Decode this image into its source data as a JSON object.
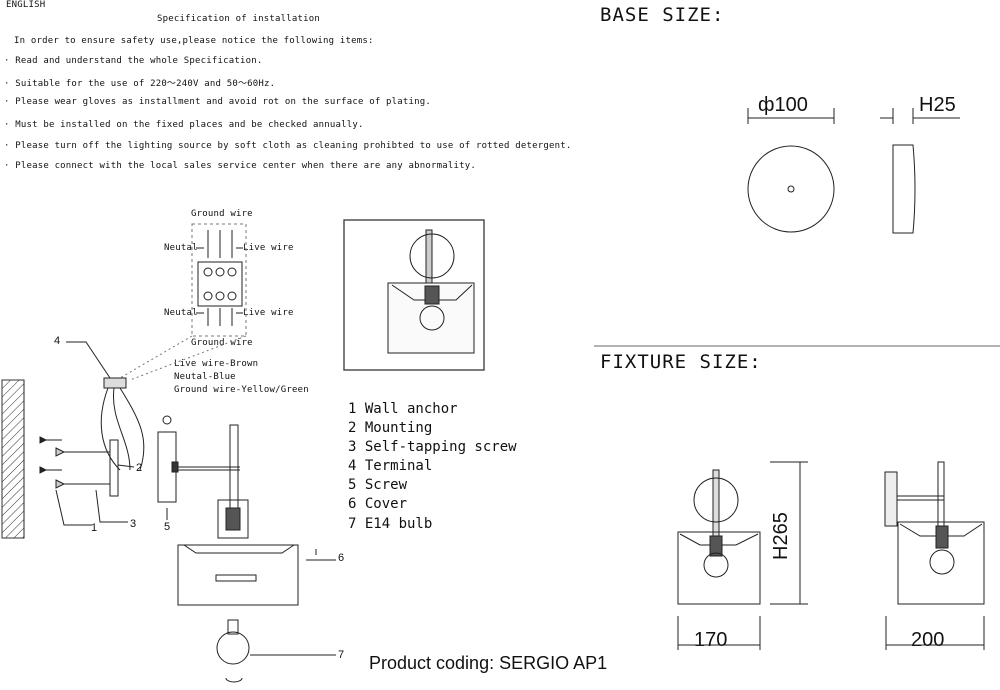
{
  "header": {
    "language": "ENGLISH",
    "title": "Specification of installation",
    "intro": "In order to ensure safety use,please notice the following items:"
  },
  "notes": [
    "·  Read and understand the whole Specification.",
    "·  Suitable for the use of 220～240V and 50～60Hz.",
    "·  Please wear gloves as installment and avoid rot on the surface of plating.",
    "·  Must be installed on the fixed places and be checked annually.",
    "·  Please turn off the lighting source by soft cloth as cleaning prohibted to use of rotted detergent.",
    "·  Please connect with the local sales service center when there are any abnormality."
  ],
  "wiring": {
    "ground_top": "Ground wire",
    "neutral_top": "Neutal",
    "live_top": "Live wire",
    "neutral_bottom": "Neutal",
    "live_bottom": "Live wire",
    "ground_bottom": "Ground wire",
    "legend": [
      "Live wire-Brown",
      "Neutal-Blue",
      "Ground wire-Yellow/Green"
    ]
  },
  "callouts": [
    "4",
    "2",
    "1",
    "3",
    "5",
    "6",
    "7"
  ],
  "parts": [
    "1 Wall anchor",
    "2 Mounting",
    "3 Self-tapping screw",
    "4 Terminal",
    "5 Screw",
    "6 Cover",
    "7 E14 bulb"
  ],
  "base": {
    "heading": "BASE SIZE:",
    "diameter": "ф100",
    "height": "H25"
  },
  "fixture": {
    "heading": "FIXTURE SIZE:",
    "height": "H265",
    "width_front": "170",
    "width_side": "200"
  },
  "product": "Product coding: SERGIO AP1"
}
